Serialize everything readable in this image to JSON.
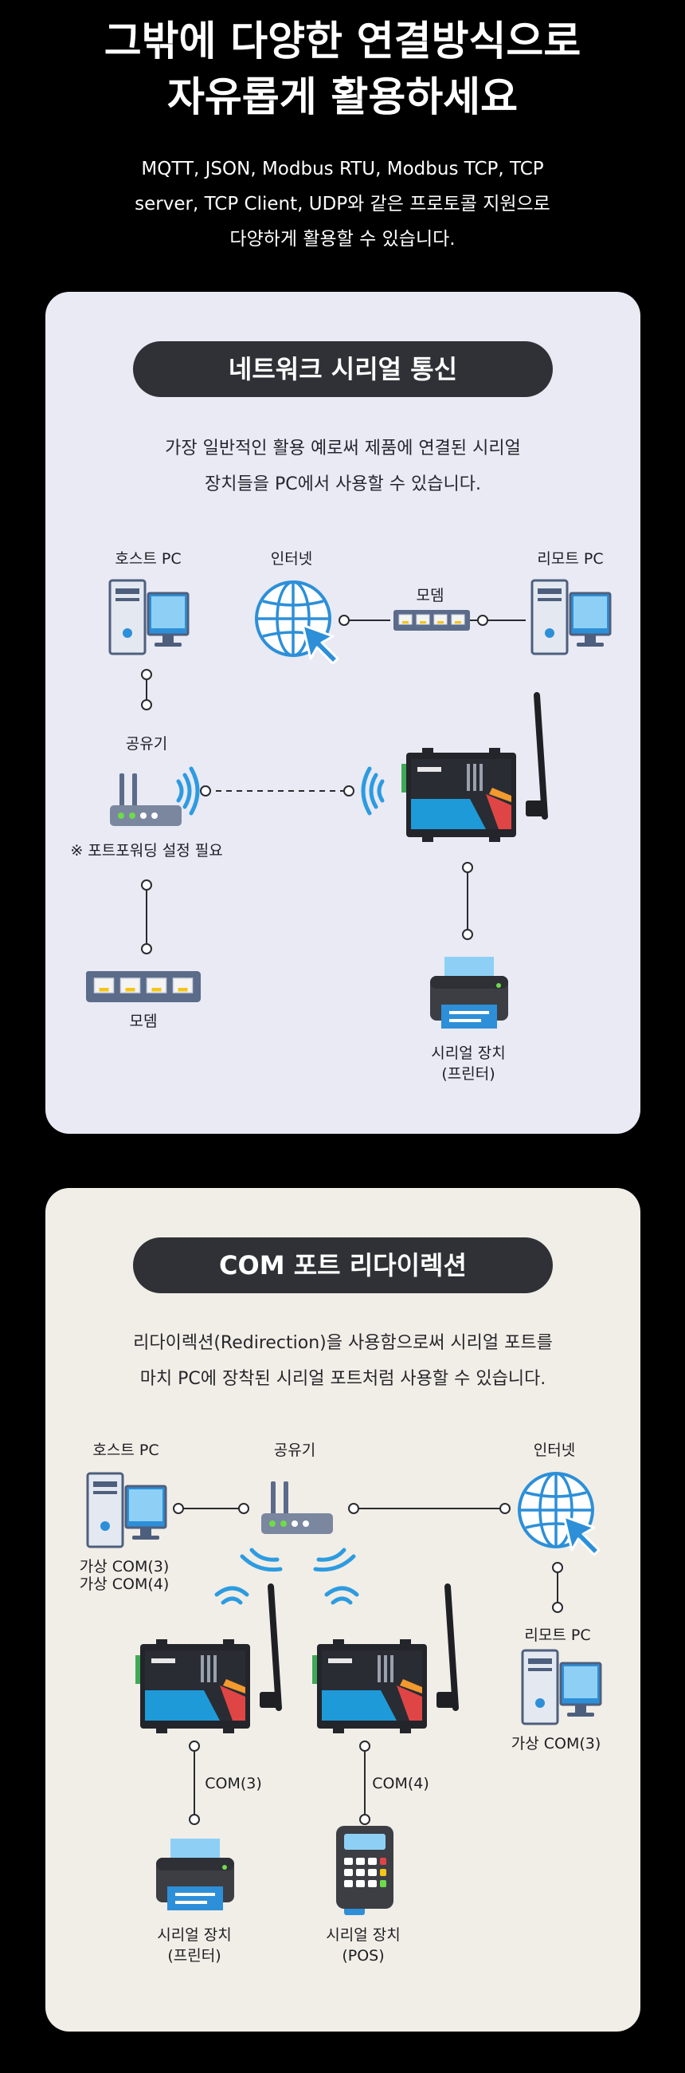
{
  "hero": {
    "title_line1": "그밖에 다양한 연결방식으로",
    "title_line2": "자유롭게 활용하세요",
    "desc_line1": "MQTT, JSON, Modbus RTU, Modbus TCP, TCP",
    "desc_line2": "server, TCP Client, UDP와 같은 프로토콜 지원으로",
    "desc_line3": "다양하게 활용할 수 있습니다."
  },
  "section1": {
    "title": "네트워크 시리얼 통신",
    "desc_line1": "가장 일반적인 활용 예로써 제품에 연결된 시리얼",
    "desc_line2": "장치들을 PC에서 사용할 수 있습니다.",
    "labels": {
      "host_pc": "호스트 PC",
      "internet": "인터넷",
      "modem_top": "모뎀",
      "remote_pc": "리모트 PC",
      "router": "공유기",
      "port_forward_note": "※ 포트포워딩 설정 필요",
      "modem_bottom": "모뎀",
      "serial_device": "시리얼 장치",
      "serial_device_sub": "(프린터)"
    }
  },
  "section2": {
    "title": "COM 포트 리다이렉션",
    "desc_line1": "리다이렉션(Redirection)을 사용함으로써 시리얼 포트를",
    "desc_line2": "마치 PC에 장착된 시리얼 포트처럼 사용할 수 있습니다.",
    "labels": {
      "host_pc": "호스트 PC",
      "router": "공유기",
      "internet": "인터넷",
      "virtual_com3": "가상 COM(3)",
      "virtual_com4": "가상 COM(4)",
      "remote_pc": "리모트 PC",
      "remote_virtual_com3": "가상 COM(3)",
      "com3": "COM(3)",
      "com4": "COM(4)",
      "serial_printer": "시리얼 장치",
      "serial_printer_sub": "(프린터)",
      "serial_pos": "시리얼 장치",
      "serial_pos_sub": "(POS)"
    }
  },
  "colors": {
    "background": "#000000",
    "card1": "#e9eaf4",
    "card2": "#f1eee7",
    "pill": "#2f3136",
    "accent_blue": "#2d9be0",
    "device_blue": "#1e9ad8",
    "line": "#2a2b30"
  },
  "icons": [
    "pc-icon",
    "globe-icon",
    "cursor-icon",
    "modem-icon",
    "router-icon",
    "wifi-icon",
    "serial-server-icon",
    "printer-icon",
    "pos-terminal-icon"
  ]
}
